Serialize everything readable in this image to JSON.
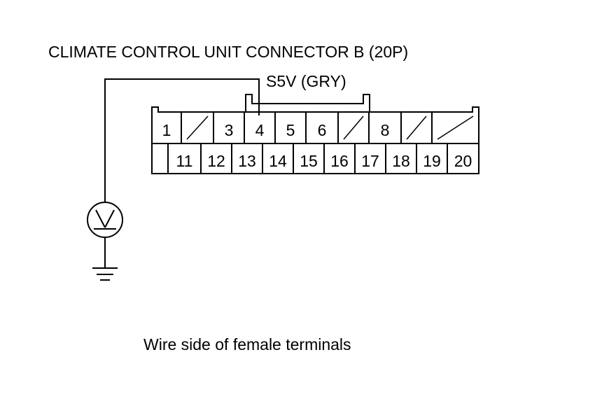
{
  "title": "CLIMATE CONTROL UNIT CONNECTOR B (20P)",
  "wire_label": "S5V (GRY)",
  "caption": "Wire side of female terminals",
  "connector": {
    "top_row": [
      "1",
      "",
      "3",
      "4",
      "5",
      "6",
      "",
      "8",
      "",
      ""
    ],
    "bottom_row": [
      "",
      "11",
      "12",
      "13",
      "14",
      "15",
      "16",
      "17",
      "18",
      "19",
      "20"
    ],
    "probed_terminal": "4"
  },
  "meter_icon": "voltmeter-icon",
  "ground_icon": "ground-icon"
}
